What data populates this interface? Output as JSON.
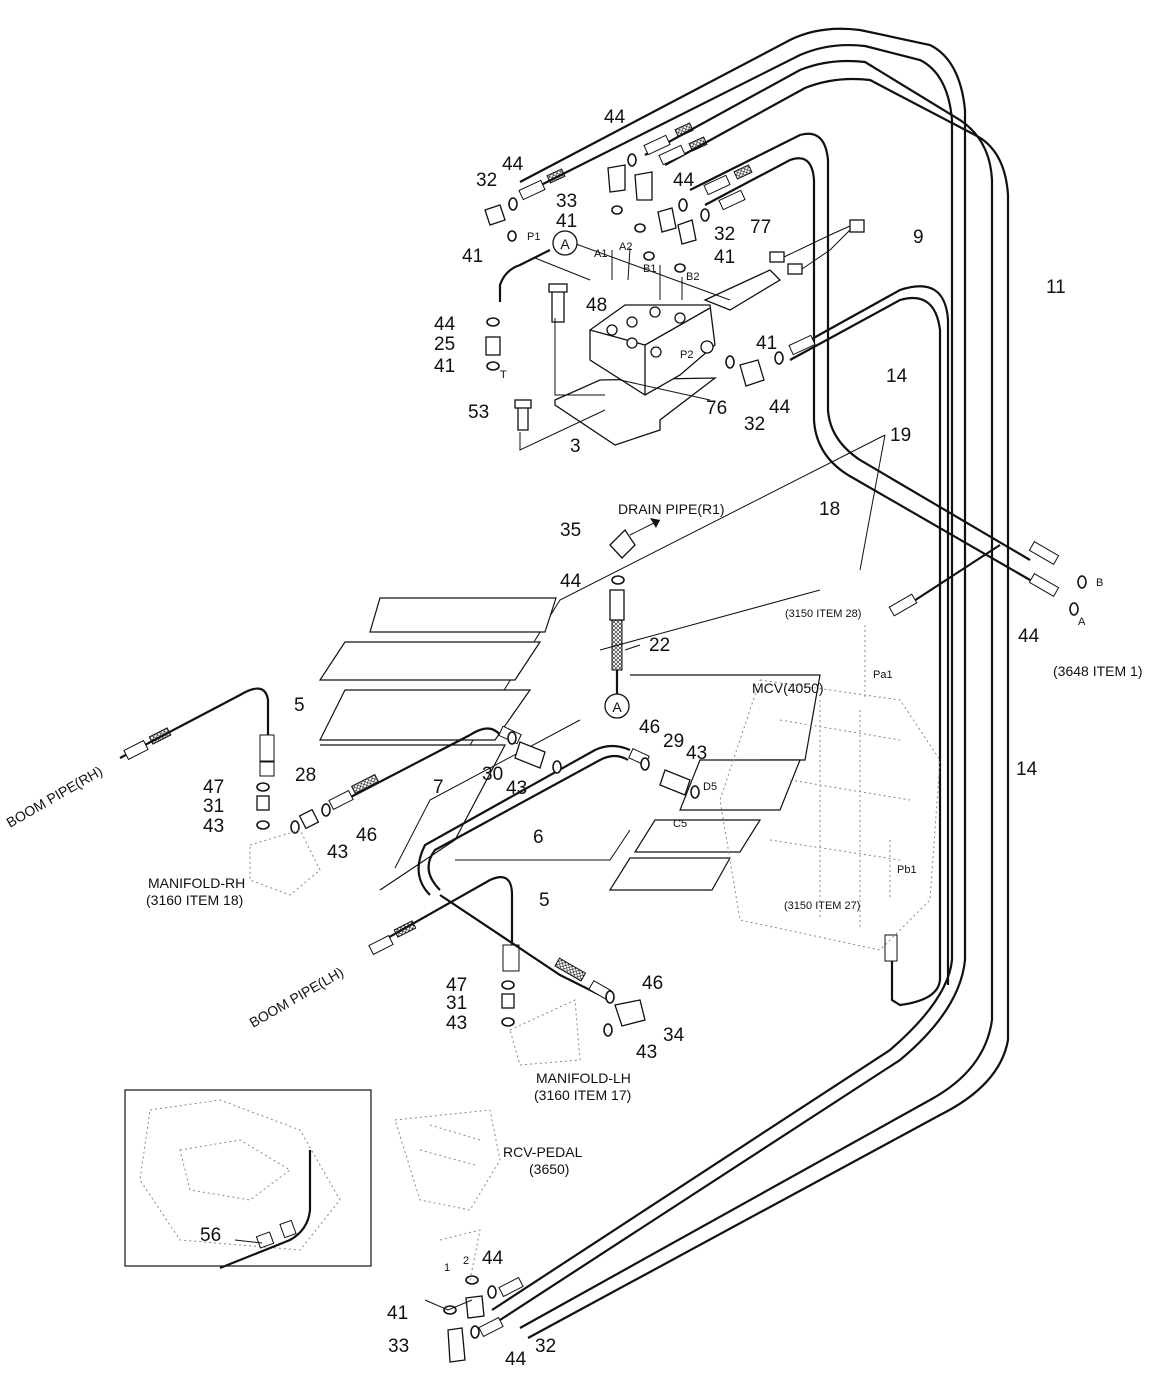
{
  "labels": {
    "n44a": "44",
    "n44b": "44",
    "n32a": "32",
    "n33a": "33",
    "n44c": "44",
    "n41a": "41",
    "n32b": "32",
    "n41b": "41",
    "n77": "77",
    "n41c": "41",
    "n48": "48",
    "n44d": "44",
    "n25": "25",
    "n41d": "41",
    "n41e": "41",
    "n53": "53",
    "n76": "76",
    "n44e": "44",
    "n32c": "32",
    "n3": "3",
    "n9": "9",
    "n11": "11",
    "n14a": "14",
    "n19": "19",
    "n18": "18",
    "n35": "35",
    "n44f": "44",
    "n22": "22",
    "n44g": "44",
    "n5a": "5",
    "n46a": "46",
    "n29": "29",
    "n43a": "43",
    "n30": "30",
    "n43b": "43",
    "n28": "28",
    "n47a": "47",
    "n31a": "31",
    "n43c": "43",
    "n46b": "46",
    "n43d": "43",
    "n7": "7",
    "n6": "6",
    "n14b": "14",
    "n5b": "5",
    "n47b": "47",
    "n31b": "31",
    "n43e": "43",
    "n46c": "46",
    "n34": "34",
    "n43f": "43",
    "n56": "56",
    "n44h": "44",
    "n41f": "41",
    "n32d": "32",
    "n33b": "33",
    "n44i": "44"
  },
  "ports": {
    "p1": "P1",
    "a1": "A1",
    "a2": "A2",
    "b1": "B1",
    "b2": "B2",
    "p2": "P2",
    "t": "T",
    "b": "B",
    "a": "A",
    "pa1": "Pa1",
    "pb1": "Pb1",
    "d5": "D5",
    "c5": "C5",
    "one": "1",
    "two": "2"
  },
  "callouts": {
    "detail_a_top": "A",
    "detail_a_mid": "A",
    "drain_pipe": "DRAIN PIPE(R1)",
    "item_3150_28": "(3150 ITEM 28)",
    "item_3648": "(3648 ITEM 1)",
    "mcv": "MCV(4050)",
    "item_3150_27": "(3150 ITEM 27)",
    "manifold_rh": "MANIFOLD-RH",
    "manifold_rh_item": "(3160 ITEM 18)",
    "boom_pipe_rh": "BOOM PIPE(RH)",
    "boom_pipe_lh": "BOOM PIPE(LH)",
    "manifold_lh": "MANIFOLD-LH",
    "manifold_lh_item": "(3160 ITEM 17)",
    "rcv_pedal": "RCV-PEDAL",
    "rcv_pedal_item": "(3650)"
  }
}
